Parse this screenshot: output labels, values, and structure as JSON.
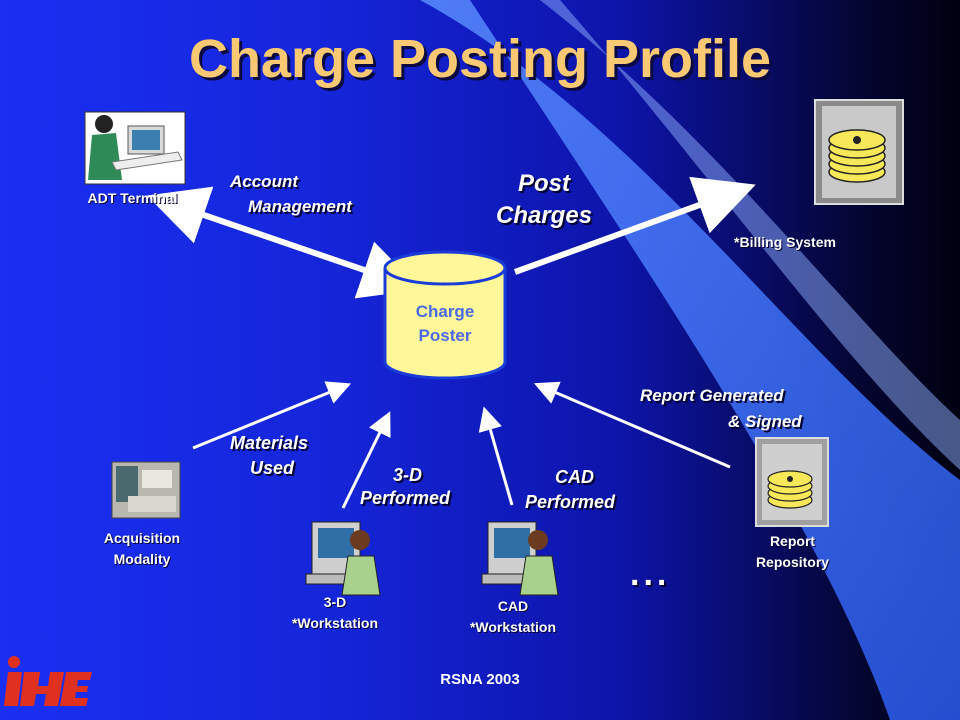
{
  "title": "Charge Posting Profile",
  "center": {
    "label": "Charge\nPoster"
  },
  "actors": {
    "adt": "ADT Terminal",
    "billing": "*Billing System",
    "acquisition": "Acquisition\nModality",
    "workstation_3d": "3-D\n*Workstation",
    "cad_workstation": "CAD\n*Workstation",
    "report_repository": "Report\nRepository"
  },
  "transactions": {
    "account_mgmt_1": "Account",
    "account_mgmt_2": "Management",
    "post_charges_1": "Post",
    "post_charges_2": "Charges",
    "materials_used_1": "Materials",
    "materials_used_2": "Used",
    "performed_3d_1": "3-D",
    "performed_3d_2": "Performed",
    "cad_performed_1": "CAD",
    "cad_performed_2": "Performed",
    "report_signed_1": "Report Generated",
    "report_signed_2": "& Signed"
  },
  "ellipsis": "...",
  "footer": "RSNA 2003",
  "logo": "IHE",
  "colors": {
    "background": "#1a2ff2",
    "title": "#f9c873",
    "cylinder": "#fff79a",
    "arrow": "#ffffff"
  }
}
